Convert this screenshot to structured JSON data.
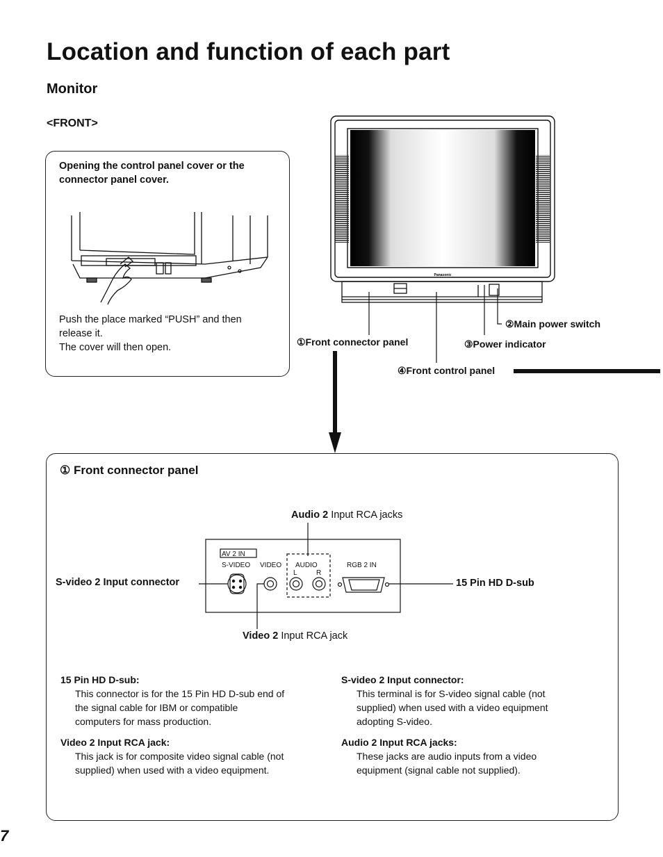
{
  "page": {
    "title": "Location and function of each part",
    "section": "Monitor",
    "subsection": "<FRONT>",
    "page_number": "7"
  },
  "cover_box": {
    "heading": "Opening the control panel cover or the connector panel cover.",
    "instructions": [
      "Push the place marked “PUSH” and then",
      "release it.",
      "The cover will then open."
    ]
  },
  "monitor_callouts": {
    "front_connector_panel": "①Front connector panel",
    "main_power_switch": "②Main power switch",
    "power_indicator": "③Power indicator",
    "front_control_panel": "④Front control panel",
    "brand": "Panasonic"
  },
  "connector_panel": {
    "heading": "① Front connector panel",
    "panel_labels": {
      "group": "AV 2  IN",
      "svideo": "S-VIDEO",
      "video": "VIDEO",
      "audio": "AUDIO",
      "audio_l": "L",
      "audio_r": "R",
      "rgb": "RGB 2  IN"
    },
    "callouts": {
      "audio_bold": "Audio 2",
      "audio_rest": " Input RCA jacks",
      "svideo_bold": "S-video 2",
      "svideo_rest": " Input connector",
      "dsub": "15 Pin HD D-sub",
      "video_bold": "Video 2",
      "video_rest": " Input RCA jack"
    },
    "descriptions": [
      {
        "heading": "15 Pin HD D-sub:",
        "lines": [
          "This connector is for the 15 Pin HD D-sub end of",
          "the signal cable for IBM or compatible",
          "computers for mass production."
        ]
      },
      {
        "heading": "Video 2 Input RCA jack:",
        "lines": [
          "This jack is for composite video signal cable (not",
          "supplied) when used with a video equipment."
        ]
      },
      {
        "heading": "S-video 2 Input connector:",
        "lines": [
          "This terminal is for S-video signal cable (not",
          "supplied) when used with a video equipment",
          "adopting S-video."
        ]
      },
      {
        "heading": "Audio 2 Input RCA jacks:",
        "lines": [
          "These jacks are audio inputs from a video",
          "equipment (signal cable not supplied)."
        ]
      }
    ]
  }
}
